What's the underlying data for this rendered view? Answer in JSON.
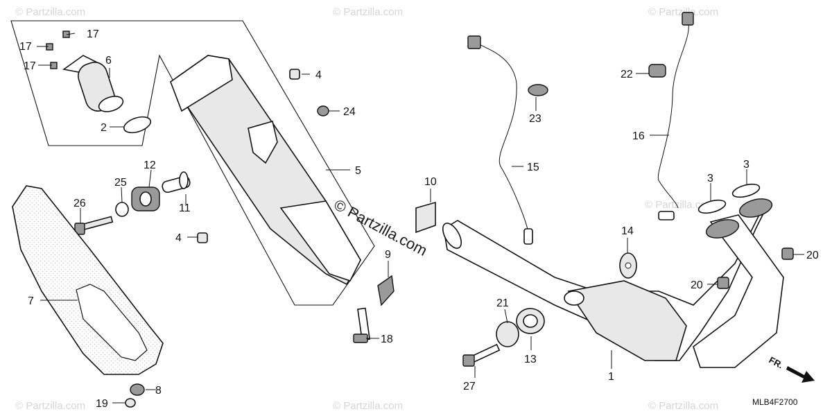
{
  "diagram": {
    "code": "MLB4F2700",
    "direction_label": "FR.",
    "watermark_center": "© Partzilla.com",
    "watermark_repeat": "© Partzilla.com",
    "callouts": {
      "c1": "1",
      "c2": "2",
      "c3a": "3",
      "c3b": "3",
      "c4a": "4",
      "c4b": "4",
      "c5": "5",
      "c6": "6",
      "c7": "7",
      "c8": "8",
      "c9": "9",
      "c10": "10",
      "c11": "11",
      "c12": "12",
      "c13": "13",
      "c14": "14",
      "c15": "15",
      "c16": "16",
      "c17a": "17",
      "c17b": "17",
      "c17c": "17",
      "c18": "18",
      "c19": "19",
      "c20a": "20",
      "c20b": "20",
      "c21": "21",
      "c22": "22",
      "c23": "23",
      "c24": "24",
      "c25": "25",
      "c26": "26",
      "c27": "27"
    }
  }
}
